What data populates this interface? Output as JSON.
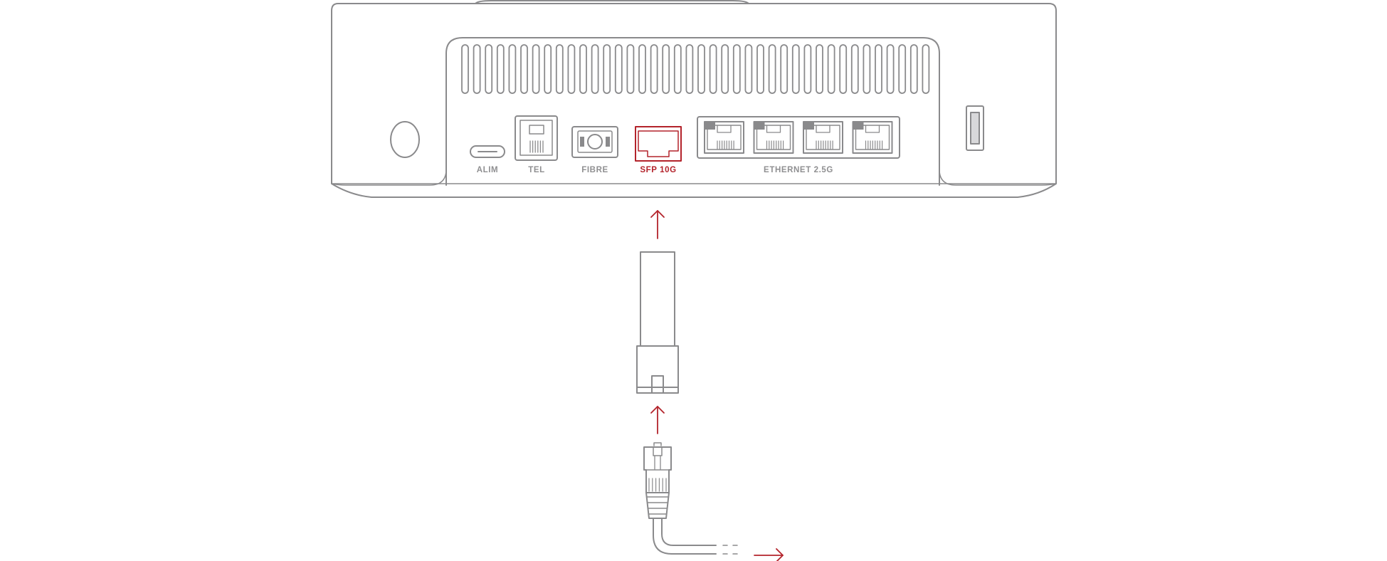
{
  "colors": {
    "line": "#8a8a8c",
    "label": "#8f8f91",
    "accent": "#b3232b",
    "background": "#ffffff"
  },
  "ports": {
    "alim": "ALIM",
    "tel": "TEL",
    "fibre": "FIBRE",
    "sfp": "SFP 10G",
    "ethernet": "ETHERNET 2.5G"
  },
  "icons": [
    "router-box",
    "sfp-module",
    "rj45-connector",
    "arrow-up",
    "arrow-right"
  ]
}
